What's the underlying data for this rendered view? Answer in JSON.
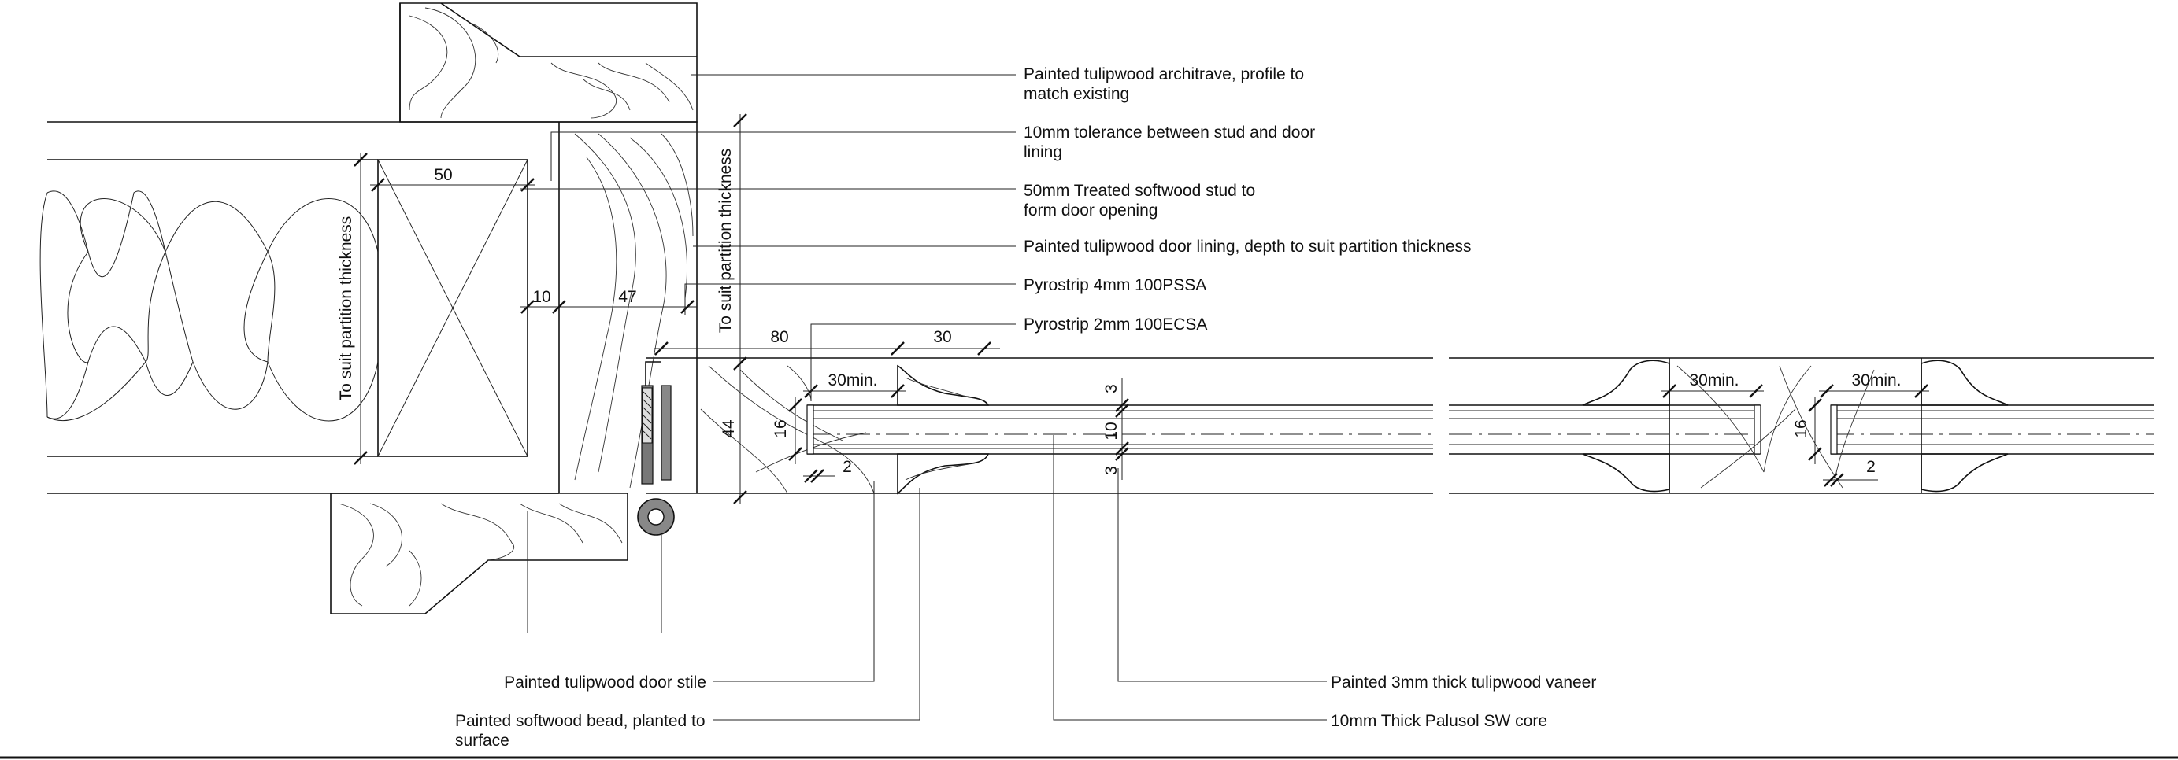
{
  "annotations": {
    "architrave": [
      "Painted tulipwood architrave, profile to",
      "match existing"
    ],
    "tolerance": [
      "10mm tolerance between stud and door",
      "lining"
    ],
    "stud": [
      "50mm Treated softwood stud to",
      "form door opening"
    ],
    "lining": [
      "Painted tulipwood door lining, depth to suit partition thickness"
    ],
    "pyrostrip4": [
      "Pyrostrip 4mm 100PSSA"
    ],
    "pyrostrip2": [
      "Pyrostrip 2mm 100ECSA"
    ],
    "stile": [
      "Painted tulipwood door stile"
    ],
    "bead": [
      "Painted softwood bead, planted to",
      "surface"
    ],
    "veneer": [
      "Painted 3mm thick tulipwood vaneer"
    ],
    "core": [
      "10mm Thick Palusol SW core"
    ]
  },
  "dimensions": {
    "stud_width": "50",
    "partition_left": "To suit partition thickness",
    "partition_right": "To suit partition thickness",
    "gap_10": "10",
    "gap_47": "47",
    "d80": "80",
    "d30": "30",
    "d30min_1": "30min.",
    "d30min_2": "30min.",
    "d30min_3": "30min.",
    "d44": "44",
    "d16_1": "16",
    "d16_2": "16",
    "d2_1": "2",
    "d2_2": "2",
    "d3_top": "3",
    "d10": "10",
    "d3_bot": "3"
  }
}
